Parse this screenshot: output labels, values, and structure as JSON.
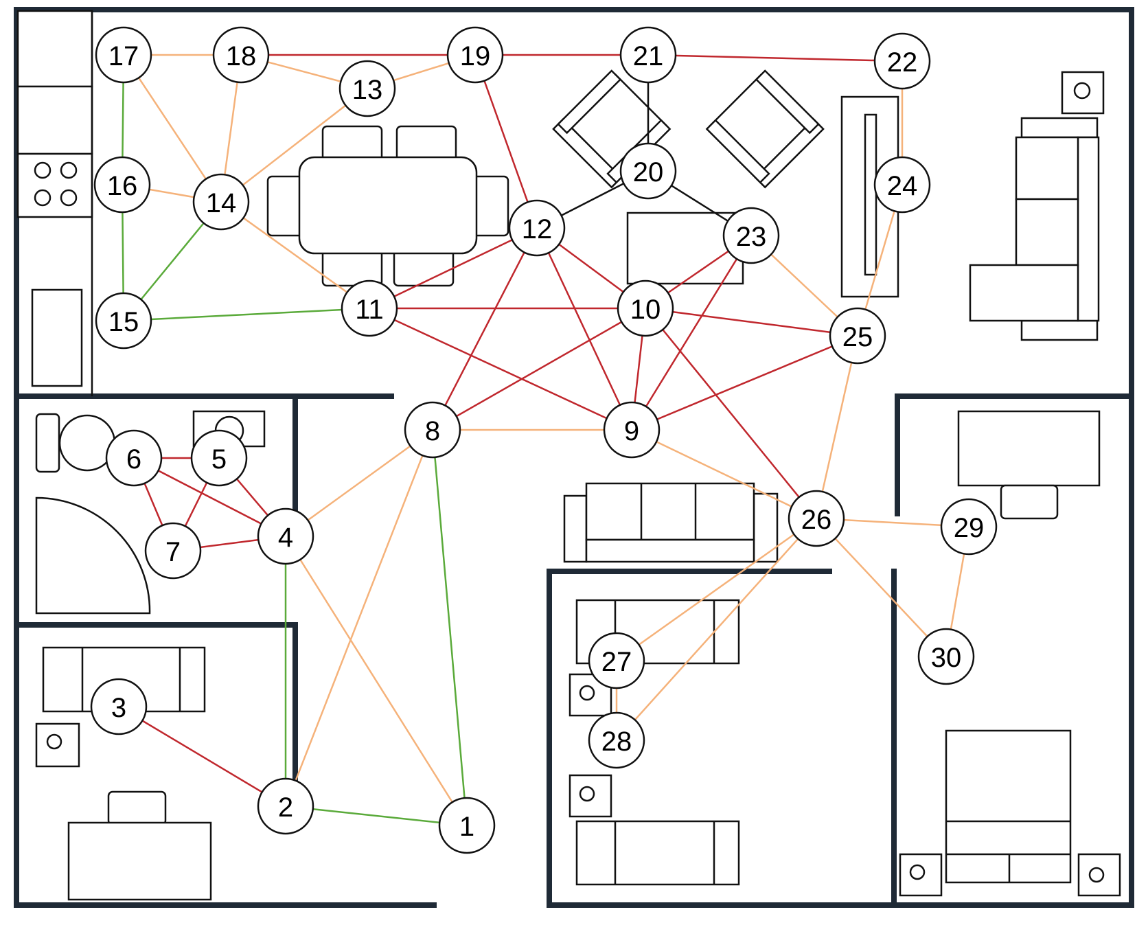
{
  "colors": {
    "red": "#c0272d",
    "orange": "#f5b27a",
    "green": "#5aaa3a",
    "black": "#111111",
    "wall": "#1f2a36"
  },
  "nodes": [
    {
      "id": "1"
    },
    {
      "id": "2"
    },
    {
      "id": "3"
    },
    {
      "id": "4"
    },
    {
      "id": "5"
    },
    {
      "id": "6"
    },
    {
      "id": "7"
    },
    {
      "id": "8"
    },
    {
      "id": "9"
    },
    {
      "id": "10"
    },
    {
      "id": "11"
    },
    {
      "id": "12"
    },
    {
      "id": "13"
    },
    {
      "id": "14"
    },
    {
      "id": "15"
    },
    {
      "id": "16"
    },
    {
      "id": "17"
    },
    {
      "id": "18"
    },
    {
      "id": "19"
    },
    {
      "id": "20"
    },
    {
      "id": "21"
    },
    {
      "id": "22"
    },
    {
      "id": "23"
    },
    {
      "id": "24"
    },
    {
      "id": "25"
    },
    {
      "id": "26"
    },
    {
      "id": "27"
    },
    {
      "id": "28"
    },
    {
      "id": "29"
    },
    {
      "id": "30"
    }
  ],
  "edges": [
    {
      "from": "17",
      "to": "18",
      "color": "orange"
    },
    {
      "from": "17",
      "to": "16",
      "color": "green"
    },
    {
      "from": "17",
      "to": "14",
      "color": "orange"
    },
    {
      "from": "18",
      "to": "19",
      "color": "red"
    },
    {
      "from": "18",
      "to": "13",
      "color": "orange"
    },
    {
      "from": "18",
      "to": "14",
      "color": "orange"
    },
    {
      "from": "19",
      "to": "13",
      "color": "orange"
    },
    {
      "from": "19",
      "to": "21",
      "color": "red"
    },
    {
      "from": "19",
      "to": "12",
      "color": "red"
    },
    {
      "from": "21",
      "to": "22",
      "color": "red"
    },
    {
      "from": "21",
      "to": "20",
      "color": "black"
    },
    {
      "from": "20",
      "to": "12",
      "color": "black"
    },
    {
      "from": "20",
      "to": "23",
      "color": "black"
    },
    {
      "from": "22",
      "to": "24",
      "color": "orange"
    },
    {
      "from": "24",
      "to": "25",
      "color": "orange"
    },
    {
      "from": "13",
      "to": "14",
      "color": "orange"
    },
    {
      "from": "16",
      "to": "14",
      "color": "orange"
    },
    {
      "from": "16",
      "to": "15",
      "color": "green"
    },
    {
      "from": "15",
      "to": "14",
      "color": "green"
    },
    {
      "from": "15",
      "to": "11",
      "color": "green"
    },
    {
      "from": "14",
      "to": "11",
      "color": "orange"
    },
    {
      "from": "12",
      "to": "11",
      "color": "red"
    },
    {
      "from": "12",
      "to": "10",
      "color": "red"
    },
    {
      "from": "12",
      "to": "8",
      "color": "red"
    },
    {
      "from": "12",
      "to": "9",
      "color": "red"
    },
    {
      "from": "11",
      "to": "10",
      "color": "red"
    },
    {
      "from": "11",
      "to": "9",
      "color": "red"
    },
    {
      "from": "23",
      "to": "10",
      "color": "red"
    },
    {
      "from": "23",
      "to": "9",
      "color": "red"
    },
    {
      "from": "23",
      "to": "25",
      "color": "orange"
    },
    {
      "from": "10",
      "to": "25",
      "color": "red"
    },
    {
      "from": "10",
      "to": "8",
      "color": "red"
    },
    {
      "from": "10",
      "to": "9",
      "color": "red"
    },
    {
      "from": "10",
      "to": "26",
      "color": "red"
    },
    {
      "from": "25",
      "to": "9",
      "color": "red"
    },
    {
      "from": "25",
      "to": "26",
      "color": "orange"
    },
    {
      "from": "8",
      "to": "9",
      "color": "orange"
    },
    {
      "from": "8",
      "to": "4",
      "color": "orange"
    },
    {
      "from": "8",
      "to": "2",
      "color": "orange"
    },
    {
      "from": "8",
      "to": "1",
      "color": "green"
    },
    {
      "from": "9",
      "to": "26",
      "color": "orange"
    },
    {
      "from": "6",
      "to": "5",
      "color": "red"
    },
    {
      "from": "6",
      "to": "7",
      "color": "red"
    },
    {
      "from": "6",
      "to": "4",
      "color": "red"
    },
    {
      "from": "5",
      "to": "7",
      "color": "red"
    },
    {
      "from": "5",
      "to": "4",
      "color": "red"
    },
    {
      "from": "7",
      "to": "4",
      "color": "red"
    },
    {
      "from": "4",
      "to": "2",
      "color": "green"
    },
    {
      "from": "4",
      "to": "1",
      "color": "orange"
    },
    {
      "from": "3",
      "to": "2",
      "color": "red"
    },
    {
      "from": "2",
      "to": "1",
      "color": "green"
    },
    {
      "from": "26",
      "to": "29",
      "color": "orange"
    },
    {
      "from": "26",
      "to": "30",
      "color": "orange"
    },
    {
      "from": "26",
      "to": "27",
      "color": "orange"
    },
    {
      "from": "26",
      "to": "28",
      "color": "orange"
    },
    {
      "from": "29",
      "to": "30",
      "color": "orange"
    },
    {
      "from": "27",
      "to": "28",
      "color": "orange"
    }
  ]
}
